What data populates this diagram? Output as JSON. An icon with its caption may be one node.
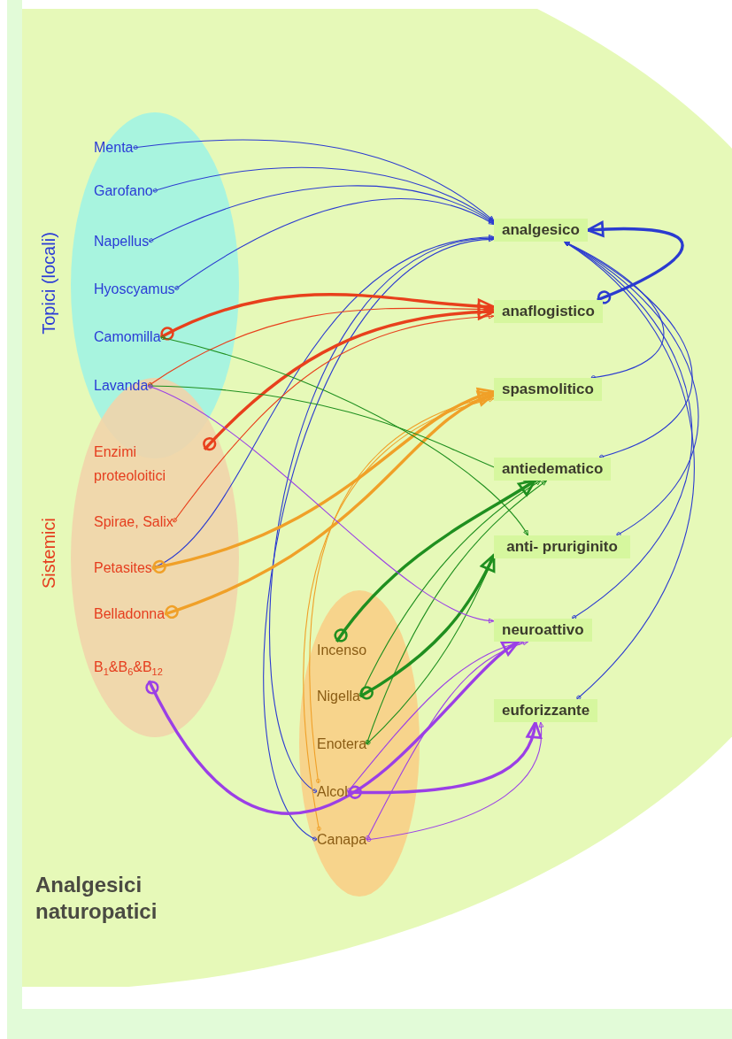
{
  "diagram": {
    "nodes": [
      {
        "text": [
          "Analgesici naturopatici"
        ]
      },
      {
        "text": [
          "Topici (locali)"
        ],
        "in": 0
      },
      {
        "text": [
          "Sistemici"
        ],
        "in": 0
      },
      {
        "text": [],
        "shape": "ellipse",
        "in": 0
      },
      {
        "text": [
          "Menta"
        ],
        "in": 1
      },
      {
        "text": [
          "Garofano"
        ],
        "in": 1
      },
      {
        "text": [
          "Napellus"
        ],
        "in": 1
      },
      {
        "text": [
          "Hyoscyamus"
        ],
        "in": 1
      },
      {
        "text": [
          "Camomilla"
        ],
        "in": 1
      },
      {
        "text": [
          "Lavanda"
        ],
        "in": 1
      },
      {
        "text": [
          "Enzimi proteoloitici"
        ],
        "in": 2
      },
      {
        "text": [
          "Spirae, Salix"
        ],
        "in": 2
      },
      {
        "text": [
          "Petasites"
        ],
        "in": 2
      },
      {
        "text": [
          "Belladonna"
        ],
        "in": 2
      },
      {
        "text": [
          "B$_{1}$&B$_{6}$&B$_{12}$"
        ],
        "in": 2
      },
      {
        "text": [
          "Incenso"
        ],
        "in": 3
      },
      {
        "text": [
          "Nigella"
        ],
        "in": 3
      },
      {
        "text": [
          "Enotera"
        ],
        "in": 3
      },
      {
        "text": [
          "Alcol"
        ],
        "in": 3
      },
      {
        "text": [
          "Canapa"
        ],
        "in": 3
      },
      {
        "text": [
          "analgesico"
        ],
        "in": 0
      },
      {
        "text": [
          "anaflogistico"
        ],
        "in": 0
      },
      {
        "text": [
          "spasmolitico"
        ],
        "in": 0
      },
      {
        "text": [
          "antiedematico"
        ],
        "in": 0
      },
      {
        "text": [
          "anti- pruriginito"
        ],
        "in": 0
      },
      {
        "text": [
          "neuroattivo"
        ],
        "in": 0
      },
      {
        "text": [
          "euforizzante"
        ],
        "in": 0
      }
    ],
    "edges": [
      {
        "from": 4,
        "to": 20,
        "arrow": "to",
        "color": "#2b3bd0"
      },
      {
        "from": 5,
        "to": 20,
        "arrow": "to",
        "color": "#2b3bd0"
      },
      {
        "from": 6,
        "to": 20,
        "arrow": "to",
        "color": "#2b3bd0"
      },
      {
        "from": 7,
        "to": 20,
        "arrow": "to",
        "color": "#2b3bd0"
      },
      {
        "from": 12,
        "to": 20,
        "arrow": "to",
        "color": "#2b3bd0"
      },
      {
        "from": 18,
        "to": 20,
        "arrow": "to",
        "color": "#2b3bd0"
      },
      {
        "from": 19,
        "to": 20,
        "arrow": "to",
        "color": "#2b3bd0"
      },
      {
        "from": 8,
        "to": 21,
        "arrow": "to",
        "style": "thick",
        "color": "#e8401c"
      },
      {
        "from": 9,
        "to": 21,
        "arrow": "to",
        "color": "#e8401c"
      },
      {
        "from": 10,
        "to": 21,
        "arrow": "to",
        "style": "thick",
        "color": "#e8401c"
      },
      {
        "from": 11,
        "to": 21,
        "arrow": "to",
        "color": "#e8401c"
      },
      {
        "from": 12,
        "to": 22,
        "arrow": "to",
        "style": "thick",
        "color": "#f0a028"
      },
      {
        "from": 13,
        "to": 22,
        "arrow": "to",
        "style": "thick",
        "color": "#f0a028"
      },
      {
        "from": 18,
        "to": 22,
        "arrow": "to",
        "color": "#f0a028"
      },
      {
        "from": 19,
        "to": 22,
        "arrow": "to",
        "color": "#f0a028"
      },
      {
        "from": 8,
        "to": 24,
        "arrow": "to",
        "color": "#1f8f1f"
      },
      {
        "from": 9,
        "to": 23,
        "arrow": "to",
        "color": "#1f8f1f"
      },
      {
        "from": 15,
        "to": 23,
        "arrow": "to",
        "style": "thick",
        "color": "#1f8f1f"
      },
      {
        "from": 16,
        "to": 24,
        "arrow": "to",
        "style": "thick",
        "color": "#1f8f1f"
      },
      {
        "from": 16,
        "to": 23,
        "arrow": "to",
        "color": "#1f8f1f"
      },
      {
        "from": 17,
        "to": 23,
        "arrow": "to",
        "color": "#1f8f1f"
      },
      {
        "from": 17,
        "to": 24,
        "arrow": "to",
        "color": "#1f8f1f"
      },
      {
        "from": 9,
        "to": 25,
        "arrow": "to",
        "color": "#9b3fe6"
      },
      {
        "from": 14,
        "to": 25,
        "arrow": "to",
        "style": "thick",
        "color": "#9b3fe6"
      },
      {
        "from": 18,
        "to": 25,
        "arrow": "to",
        "color": "#9b3fe6"
      },
      {
        "from": 19,
        "to": 25,
        "arrow": "to",
        "color": "#9b3fe6"
      },
      {
        "from": 18,
        "to": 26,
        "arrow": "to",
        "style": "thick",
        "color": "#9b3fe6"
      },
      {
        "from": 19,
        "to": 26,
        "arrow": "to",
        "color": "#9b3fe6"
      },
      {
        "from": 21,
        "to": 20,
        "arrow": "to",
        "style": "thick",
        "color": "#2b3bd0"
      },
      {
        "from": 22,
        "to": 20,
        "arrow": "to",
        "color": "#2b3bd0"
      },
      {
        "from": 23,
        "to": 20,
        "arrow": "to",
        "color": "#2b3bd0"
      },
      {
        "from": 24,
        "to": 20,
        "arrow": "to",
        "color": "#2b3bd0"
      },
      {
        "from": 25,
        "to": 20,
        "arrow": "to",
        "color": "#2b3bd0"
      },
      {
        "from": 26,
        "to": 20,
        "arrow": "to",
        "color": "#2b3bd0"
      }
    ]
  }
}
